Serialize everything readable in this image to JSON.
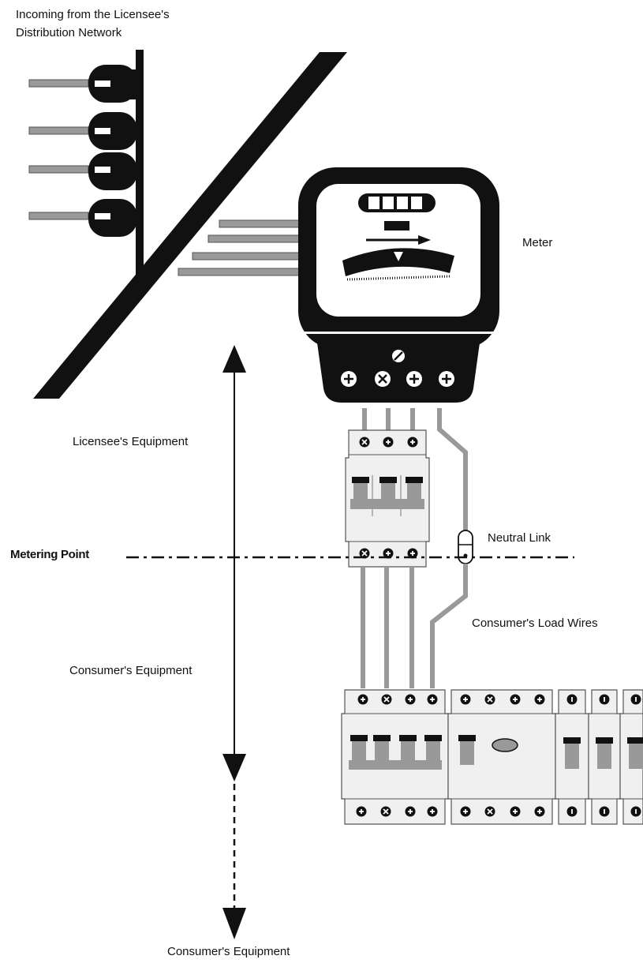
{
  "labels": {
    "incoming_line1": "Incoming from the Licensee's",
    "incoming_line2": "Distribution Network",
    "meter": "Meter",
    "licensee_equipment": "Licensee's Equipment",
    "metering_point": "Metering Point",
    "neutral_link": "Neutral Link",
    "consumer_load_wires": "Consumer's Load Wires",
    "consumer_equipment": "Consumer's Equipment",
    "consumer_equipment_bottom": "Consumer's Equipment"
  },
  "colors": {
    "ink": "#111111",
    "wire": "#999999",
    "module_fill": "#f0f0f0",
    "module_stroke": "#555555",
    "lever": "#888888"
  }
}
